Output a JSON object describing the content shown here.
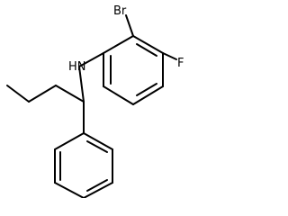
{
  "molecule": {
    "atoms": {
      "bromine": "Br",
      "fluorine": "F",
      "amine": "HN"
    },
    "colors": {
      "bond": "#000000",
      "label": "#000000",
      "background": "#ffffff"
    }
  }
}
